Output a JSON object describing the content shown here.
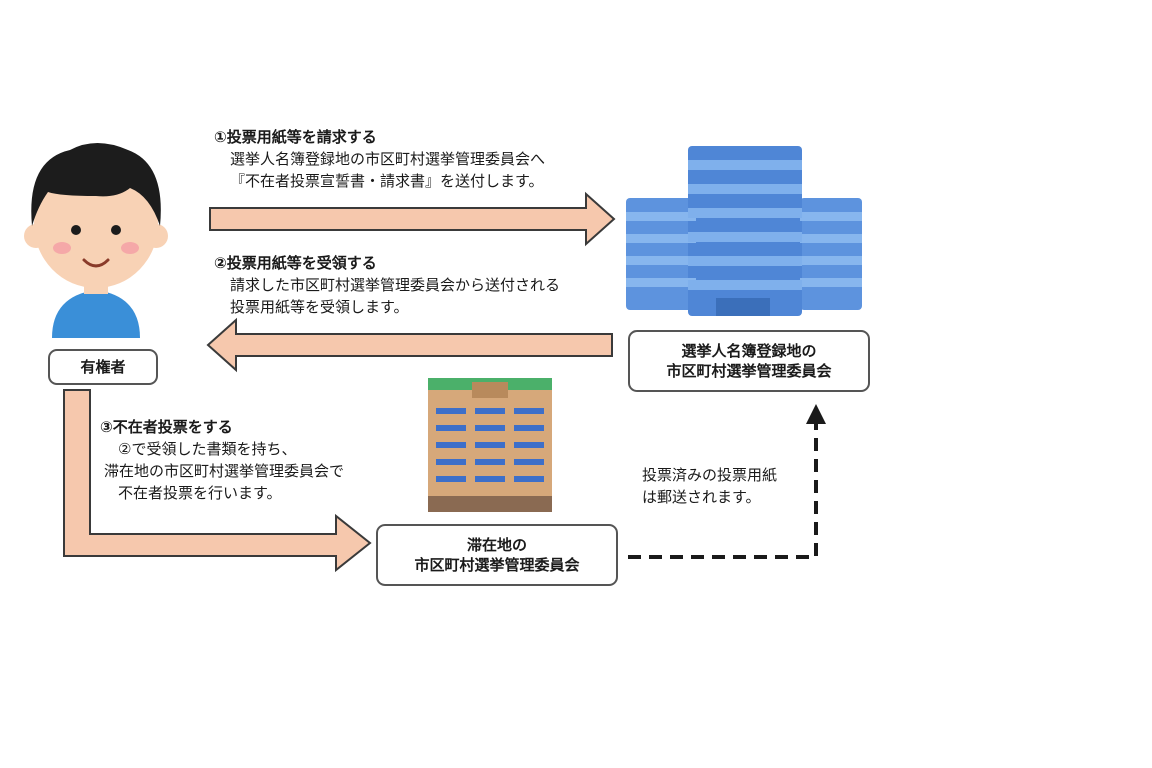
{
  "colors": {
    "arrow_fill": "#f6c8ad",
    "arrow_stroke": "#3a3a3a",
    "building_blue": "#4f86d6",
    "building_light": "#7fb0ec",
    "hotel_body": "#d6a87a",
    "hotel_roof": "#4bb06a"
  },
  "voter": {
    "icon": "person-icon",
    "label": "有権者"
  },
  "step1": {
    "title": "①投票用紙等を請求する",
    "line1": "選挙人名簿登録地の市区町村選挙管理委員会へ",
    "line2": "『不在者投票宣誓書・請求書』を送付します。"
  },
  "step2": {
    "title": "②投票用紙等を受領する",
    "line1": "請求した市区町村選挙管理委員会から送付される",
    "line2": "投票用紙等を受領します。"
  },
  "step3": {
    "title": "③不在者投票をする",
    "line1": "②で受領した書類を持ち、",
    "line2": "滞在地の市区町村選挙管理委員会で",
    "line3": "不在者投票を行います。"
  },
  "registry_office": {
    "icon": "office-building-icon",
    "line1": "選挙人名簿登録地の",
    "line2": "市区町村選挙管理委員会"
  },
  "local_office": {
    "icon": "apartment-building-icon",
    "line1": "滞在地の",
    "line2": "市区町村選挙管理委員会"
  },
  "mail_note": {
    "line1": "投票済みの投票用紙",
    "line2": "は郵送されます。"
  }
}
